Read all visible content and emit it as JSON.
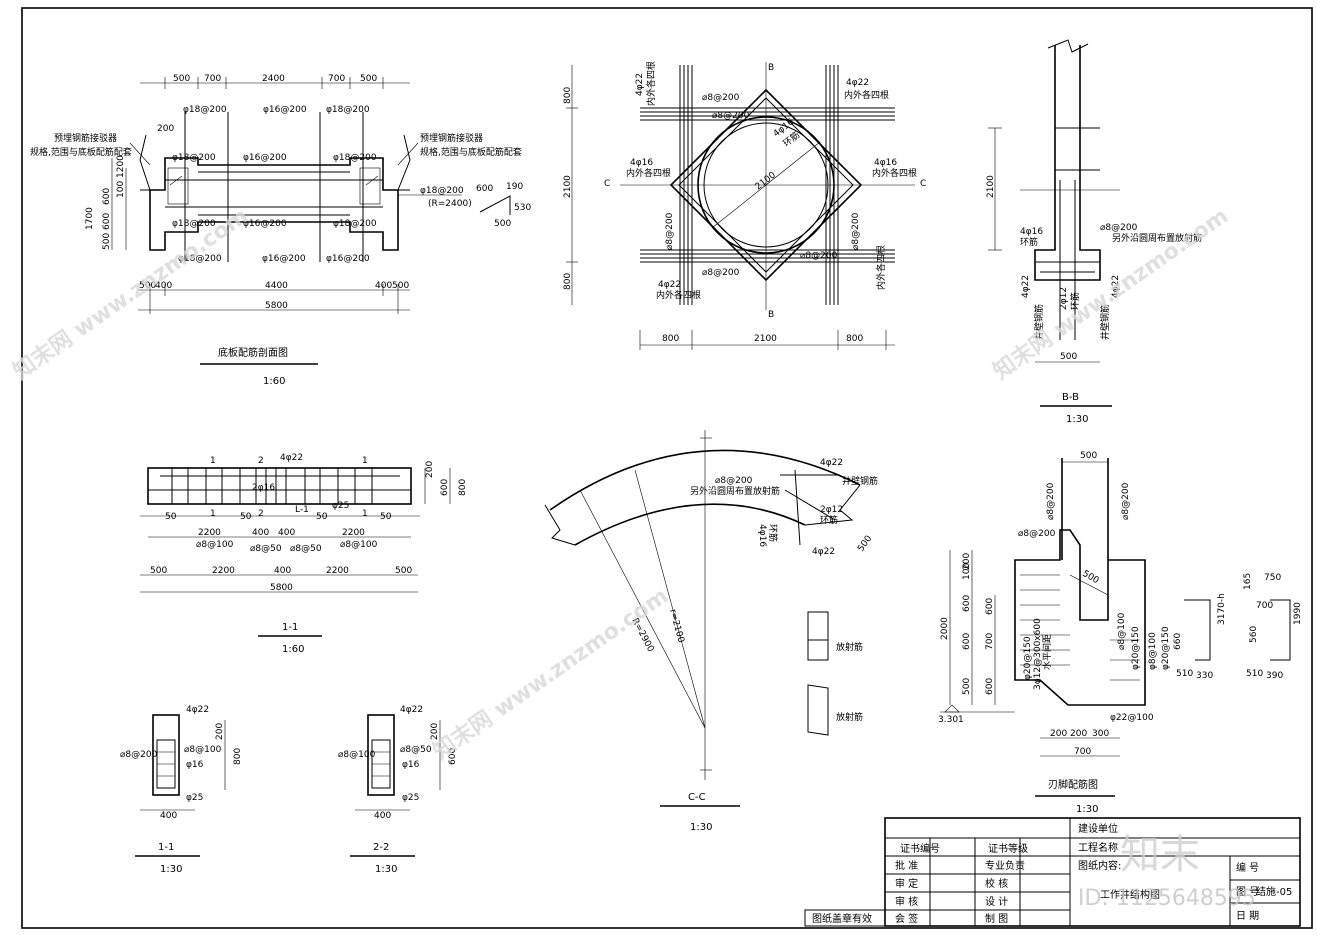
{
  "top_left": {
    "dims_top": [
      "500",
      "700",
      "2400",
      "700",
      "500"
    ],
    "bars_top": [
      "φ18@200",
      "φ16@200",
      "φ18@200"
    ],
    "bars_mid": [
      "φ18@200",
      "φ16@200",
      "φ18@200"
    ],
    "bars_low": [
      "φ18@200",
      "φ16@200",
      "φ18@200"
    ],
    "bars_bot": [
      "φ18@200",
      "φ16@200",
      "φ16@200"
    ],
    "bar_right": "φ18@200",
    "bar_right_note": "(R=2400)",
    "note_left": [
      "预埋钢筋接驳器",
      "规格,范围与底板配筋配套"
    ],
    "note_right": [
      "预埋钢筋接驳器",
      "规格,范围与底板配筋配套"
    ],
    "dims_left": [
      "1700",
      "500",
      "600",
      "600",
      "100",
      "1200",
      "200"
    ],
    "dims_bottom": [
      "500",
      "400",
      "4400",
      "400",
      "500"
    ],
    "total": "5800",
    "hook": [
      "600",
      "190",
      "530",
      "500"
    ],
    "title": "底板配筋剖面图",
    "scale": "1:60"
  },
  "top_center": {
    "b_top": "B",
    "b_bottom": "B",
    "c_left": "C",
    "c_right": "C",
    "dims_left": [
      "800",
      "2100",
      "800"
    ],
    "dims_bottom": [
      "800",
      "2100",
      "800"
    ],
    "diameter": "2100",
    "labels": [
      "4φ22",
      "内外各四根",
      "4φ22",
      "内外各四根",
      "4φ16",
      "内外各四根",
      "4φ16",
      "内外各四根",
      "4φ16",
      "环筋",
      "⌀8@200",
      "⌀8@200",
      "⌀8@200",
      "⌀8@200",
      "⌀8@200",
      "⌀8@200",
      "4φ22",
      "内外各四根",
      "内外各四根"
    ]
  },
  "top_right": {
    "dim_h": "2100",
    "labels": [
      "4φ16",
      "环筋",
      "⌀8@200",
      "另外沿圆周布置放射筋",
      "4φ22",
      "4φ22",
      "2φ12",
      "环筋",
      "井壁钢筋",
      "井壁钢筋"
    ],
    "dim_bottom": "500",
    "title": "B-B",
    "scale": "1:30"
  },
  "mid_left": {
    "marks_top": [
      "1",
      "2",
      "4φ22",
      "1"
    ],
    "marks_mid": [
      "1",
      "2φ16",
      "2",
      "1",
      "φ25"
    ],
    "beam": "L-1",
    "dims_right": [
      "200",
      "600",
      "800"
    ],
    "dims_row1": [
      "50",
      "50",
      "50",
      "50"
    ],
    "dims_row2": [
      "2200",
      "400",
      "400",
      "2200"
    ],
    "bars_row": [
      "⌀8@100",
      "⌀8@50",
      "⌀8@50",
      "⌀8@100"
    ],
    "dims_row3": [
      "500",
      "2200",
      "400",
      "2200",
      "500"
    ],
    "total": "5800",
    "title": "1-1",
    "scale": "1:60"
  },
  "bottom_left": {
    "sec1": {
      "labels": [
        "4φ22",
        "⌀8@200",
        "⌀8@100",
        "φ16",
        "φ25"
      ],
      "dims": [
        "200",
        "800",
        "400"
      ],
      "title": "1-1",
      "scale": "1:30"
    },
    "sec2": {
      "labels": [
        "4φ22",
        "⌀8@100",
        "⌀8@50",
        "φ16",
        "φ25"
      ],
      "dims": [
        "200",
        "600",
        "400"
      ],
      "title": "2-2",
      "scale": "1:30"
    }
  },
  "center_arc": {
    "labels": [
      "⌀8@200",
      "另外沿圆周布置放射筋",
      "4φ22",
      "井壁钢筋",
      "2φ12",
      "环筋",
      "4φ16",
      "环筋",
      "4φ22"
    ],
    "radius1": "R=2900",
    "radius2": "r=2100",
    "dim": "500",
    "radial1": "放射筋",
    "radial2": "放射筋",
    "title": "C-C",
    "scale": "1:30"
  },
  "right_mid": {
    "dim_top": "500",
    "labels": [
      "⌀8@200",
      "⌀8@200",
      "⌀8@200",
      "⌀8@100",
      "φ20@150",
      "φ20@150",
      "3φ12@300x600",
      "水平间距",
      "φ8@100",
      "φ20@150",
      "φ22@100"
    ],
    "elev": "3.301",
    "dims_left": [
      "200",
      "100",
      "600",
      "600",
      "500",
      "2000"
    ],
    "dims_left2": [
      "600",
      "700",
      "600"
    ],
    "dims_bottom": [
      "200",
      "200",
      "300",
      "700"
    ],
    "dim_inner": "500",
    "title": "刃脚配筋图",
    "scale": "1:30",
    "hook1": [
      "3170-h",
      "660",
      "510",
      "330"
    ],
    "hook2": [
      "750",
      "165",
      "700",
      "1990",
      "560",
      "510",
      "390"
    ]
  },
  "title_block": {
    "cells": [
      "证书编号",
      "证书等级",
      "批  准",
      "专业负责",
      "审  定",
      "校  核",
      "审  核",
      "设  计",
      "会  签",
      "制  图"
    ],
    "right": [
      "建设单位",
      "工程名称",
      "图纸内容:",
      "工作井结构图",
      "编  号",
      "图  号",
      "日  期",
      "结施-05"
    ],
    "stamp": "图纸盖章有效"
  },
  "watermarks": {
    "brand": "知末",
    "id": "ID: 1125648595",
    "text": "知末网 www.znzmo.com"
  }
}
